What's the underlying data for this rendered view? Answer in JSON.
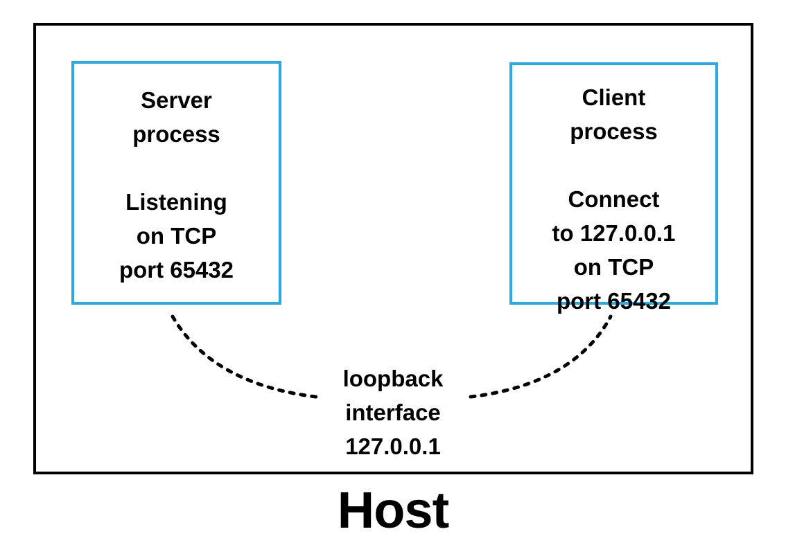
{
  "diagram": {
    "title": "Host",
    "colors": {
      "frame": "#000000",
      "process_box": "#29abe2",
      "text": "#000000",
      "background": "#ffffff"
    },
    "host_frame": {
      "label": "Host"
    },
    "boxes": [
      {
        "id": "server",
        "name": "Server process",
        "text": "Server\nprocess\n\nListening\non TCP\nport 65432",
        "lines": [
          "Server",
          "process",
          "",
          "Listening",
          "on TCP",
          "port 65432"
        ]
      },
      {
        "id": "client",
        "name": "Client process",
        "text": "Client\nprocess\n\nConnect\nto 127.0.0.1\non TCP\nport 65432",
        "lines": [
          "Client",
          "process",
          "",
          "Connect",
          "to 127.0.0.1",
          "on TCP",
          "port 65432"
        ]
      }
    ],
    "loopback": {
      "text": "loopback\ninterface\n127.0.0.1",
      "lines": [
        "loopback",
        "interface",
        "127.0.0.1"
      ],
      "address": "127.0.0.1",
      "port": "65432",
      "protocol": "TCP"
    }
  }
}
